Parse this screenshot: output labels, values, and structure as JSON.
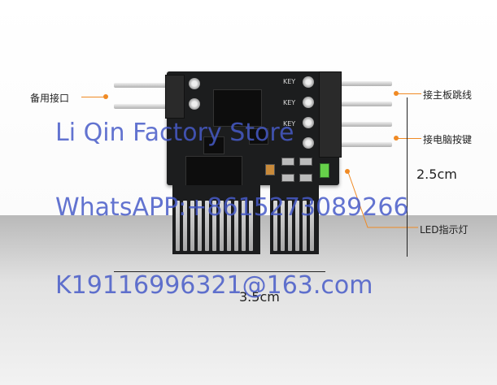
{
  "labels": {
    "backup_port": "备用接口",
    "mainboard_jumper": "接主板跳线",
    "pc_button": "接电脑按键",
    "led": "LED指示灯"
  },
  "dimensions": {
    "height": "2.5cm",
    "width": "3.5cm"
  },
  "watermarks": {
    "store": "Li Qin Factory Store",
    "whatsapp": "WhatsAPP:+8615273089266",
    "email": "K19116996321@163.com"
  },
  "silkscreen": {
    "key1": "KEY",
    "key2": "KEY",
    "key3": "KEY"
  },
  "colors": {
    "callout": "#f08a24",
    "watermark": "#465ac8",
    "pcb": "#1c1d1e",
    "led": "#66d14a"
  }
}
